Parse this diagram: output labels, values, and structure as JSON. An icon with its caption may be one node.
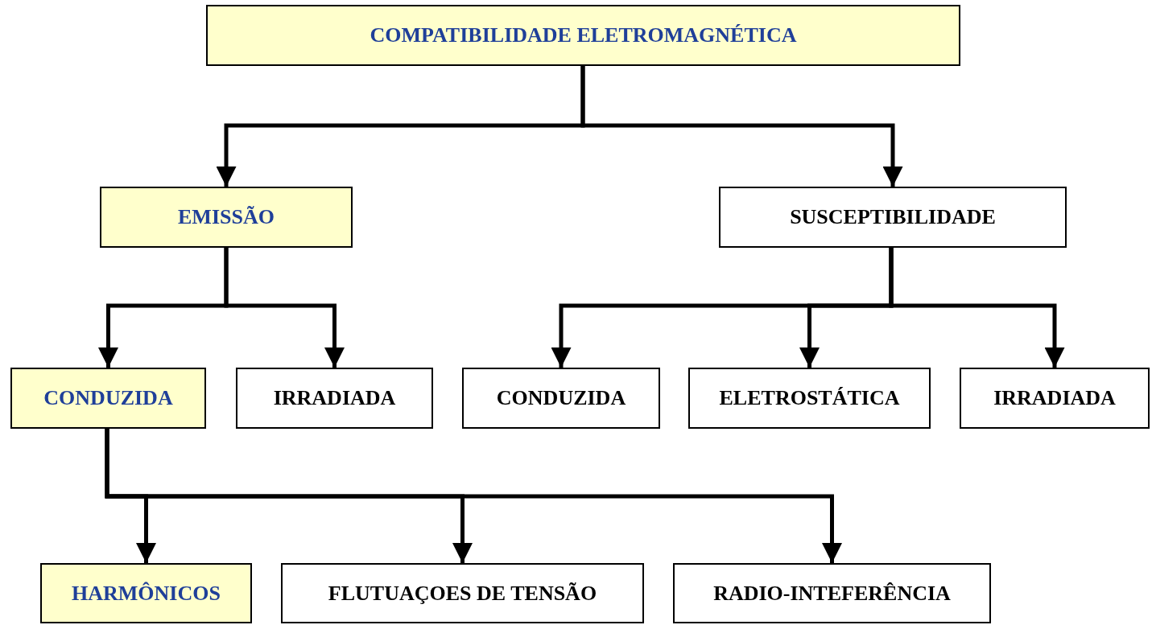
{
  "diagram": {
    "nodes": [
      {
        "text": [
          "COMPATIBILIDADE ELETROMAGNÉTICA"
        ]
      },
      {
        "text": [
          "EMISSÃO"
        ]
      },
      {
        "text": [
          "SUSCEPTIBILIDADE"
        ]
      },
      {
        "text": [
          "CONDUZIDA"
        ]
      },
      {
        "text": [
          "IRRADIADA"
        ]
      },
      {
        "text": [
          "CONDUZIDA"
        ]
      },
      {
        "text": [
          "ELETROSTÁTICA"
        ]
      },
      {
        "text": [
          "IRRADIADA"
        ]
      },
      {
        "text": [
          "HARMÔNICOS"
        ]
      },
      {
        "text": [
          "FLUTUAÇOES DE TENSÃO"
        ]
      },
      {
        "text": [
          "RADIO-INTEFERÊNCIA"
        ]
      }
    ],
    "edges": [
      {
        "from": 0,
        "to": 1,
        "arrow": "to"
      },
      {
        "from": 0,
        "to": 2,
        "arrow": "to"
      },
      {
        "from": 1,
        "to": 3,
        "arrow": "to"
      },
      {
        "from": 1,
        "to": 4,
        "arrow": "to"
      },
      {
        "from": 2,
        "to": 5,
        "arrow": "to"
      },
      {
        "from": 2,
        "to": 6,
        "arrow": "to"
      },
      {
        "from": 2,
        "to": 7,
        "arrow": "to"
      },
      {
        "from": 3,
        "to": 8,
        "arrow": "to"
      },
      {
        "from": 3,
        "to": 9,
        "arrow": "to"
      },
      {
        "from": 3,
        "to": 10,
        "arrow": "to"
      }
    ]
  }
}
